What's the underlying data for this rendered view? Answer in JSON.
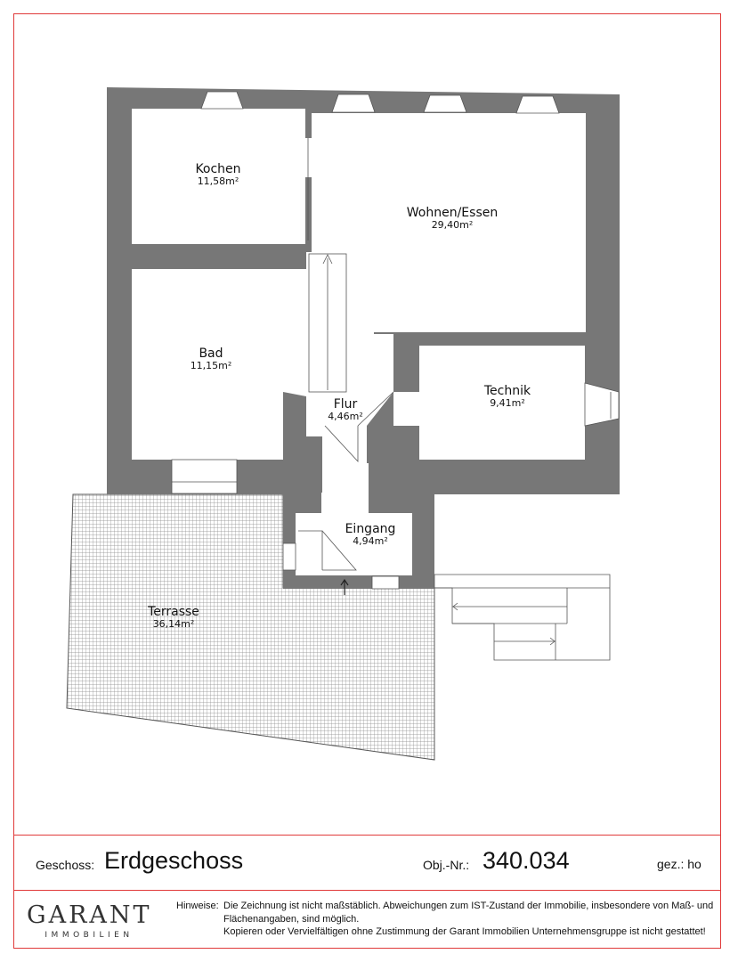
{
  "rooms": {
    "kochen": {
      "name": "Kochen",
      "area": "11,58m²"
    },
    "wohnen": {
      "name": "Wohnen/Essen",
      "area": "29,40m²"
    },
    "bad": {
      "name": "Bad",
      "area": "11,15m²"
    },
    "flur": {
      "name": "Flur",
      "area": "4,46m²"
    },
    "technik": {
      "name": "Technik",
      "area": "9,41m²"
    },
    "eingang": {
      "name": "Eingang",
      "area": "4,94m²"
    },
    "terrasse": {
      "name": "Terrasse",
      "area": "36,14m²"
    }
  },
  "titleblock": {
    "geschoss_label": "Geschoss:",
    "geschoss_value": "Erdgeschoss",
    "obj_label": "Obj.-Nr.:",
    "obj_value": "340.034",
    "gez_label": "gez.: ho"
  },
  "logo": {
    "brand": "GARANT",
    "sub": "IMMOBILIEN"
  },
  "notes": {
    "label": "Hinweise:",
    "line1": "Die Zeichnung ist nicht maßstäblich. Abweichungen zum IST-Zustand der Immobilie, insbesondere von Maß- und Flächenangaben, sind möglich.",
    "line2": "Kopieren oder Vervielfältigen ohne Zustimmung der Garant Immobilien Unternehmensgruppe ist nicht gestattet!"
  },
  "colors": {
    "wall": "#777777",
    "frame": "#e03a3a",
    "terrace_hatch": "#8a8a8a"
  }
}
